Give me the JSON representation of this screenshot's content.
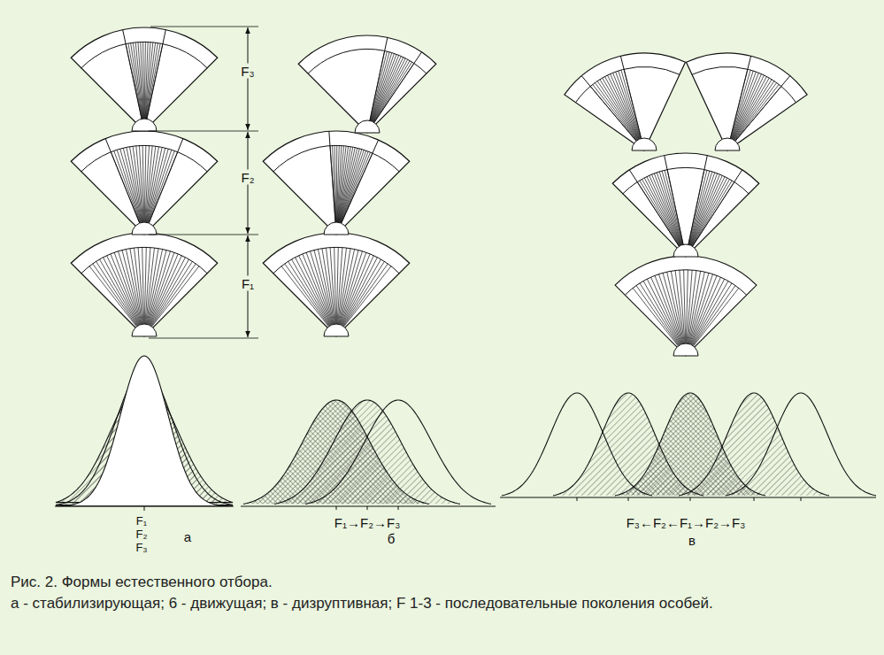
{
  "diagram": {
    "title": "Рис. 2. Формы естественного отбора.",
    "caption": "а - стабилизирующая; 6 - движущая; в - дизруптивная; F 1-3 - последовательные поколения особей.",
    "labels": [
      "F₃",
      "F₂",
      "F₁",
      "F₁",
      "F₂",
      "F₃",
      "а",
      "F₁→F₂→F₃",
      "б",
      "F₃←F₂←F₁→F₂→F₃",
      "в"
    ]
  }
}
